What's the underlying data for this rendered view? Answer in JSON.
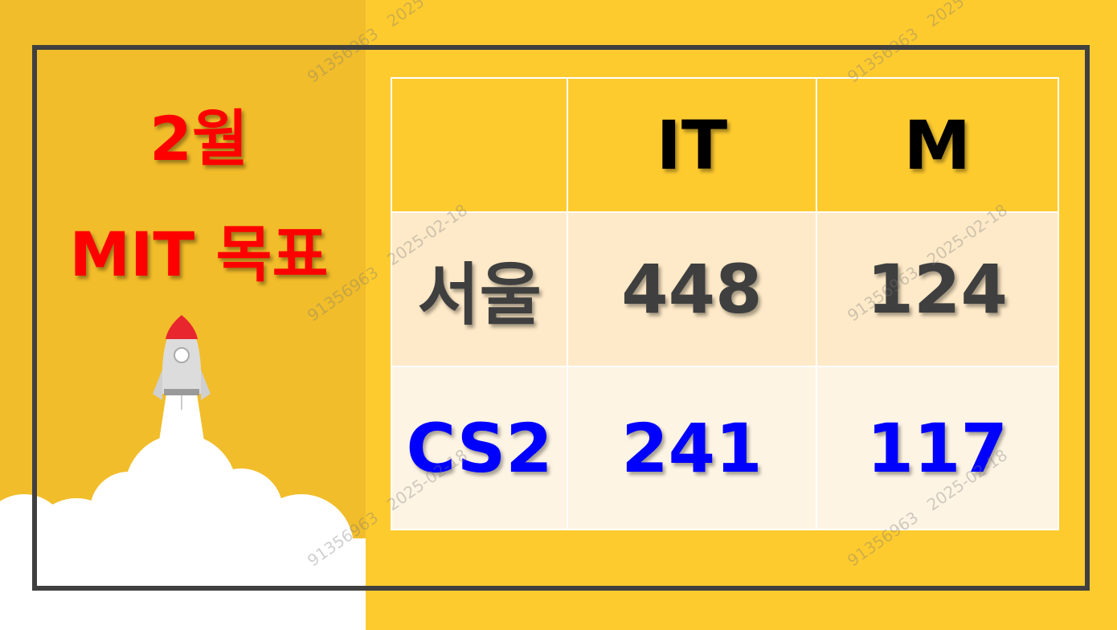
{
  "title": {
    "line1": "2월",
    "line2": "MIT 목표"
  },
  "table": {
    "header": {
      "blank": "",
      "col1": "IT",
      "col2": "M"
    },
    "rows": [
      {
        "label": "서울",
        "it": "448",
        "m": "124"
      },
      {
        "label": "CS2",
        "it": "241",
        "m": "117"
      }
    ]
  },
  "watermark": {
    "id": "91356963",
    "date": "2025-02-18"
  },
  "colors": {
    "background": "#fecb2f",
    "title": "#ff0000",
    "seoul_text": "#3f3f3f",
    "cs2_text": "#0000ff",
    "frame": "#404040"
  },
  "icons": [
    "rocket-icon",
    "cloud-smoke-icon"
  ]
}
